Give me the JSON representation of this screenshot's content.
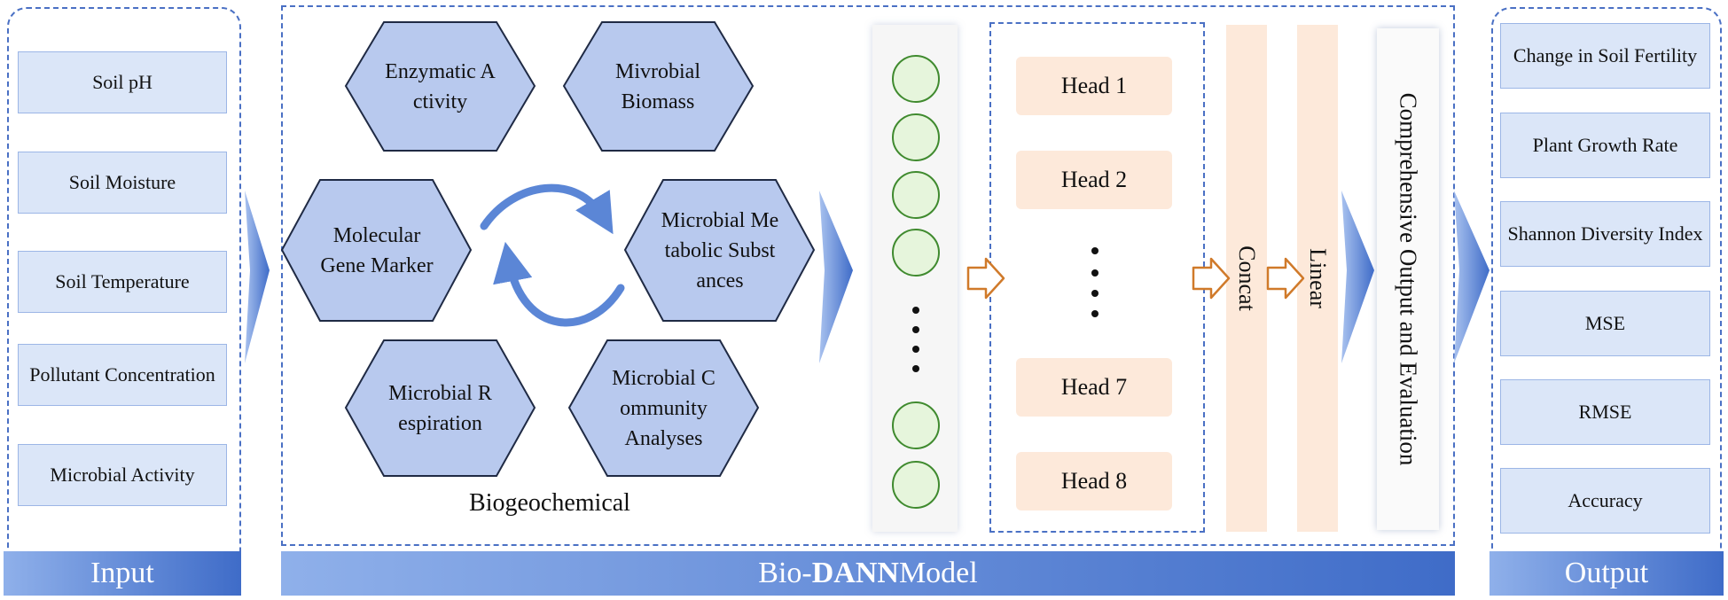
{
  "input": {
    "items": [
      "Soil pH",
      "Soil Moisture",
      "Soil Temperature",
      "Pollutant Concentration",
      "Microbial Activity"
    ],
    "footer": "Input"
  },
  "model": {
    "footer_prefix": "Bio-",
    "footer_bold": "DANN",
    "footer_suffix": " Model",
    "hexagons": {
      "top_left": "Enzymatic Activity",
      "top_right": "Mivrobial Biomass",
      "mid_left": "Molecular Gene Marker",
      "mid_right": "Microbial Metabolic Substances",
      "bottom_left": "Microbial Respiration",
      "bottom_right": "Microbial Community Analyses"
    },
    "biogeochemical_label": "Biogeochemical",
    "heads": [
      "Head 1",
      "Head 2",
      "Head 7",
      "Head 8"
    ],
    "concat_label": "Concat",
    "linear_label": "Linear",
    "comprehensive_label": "Comprehensive Output and Evaluation"
  },
  "output": {
    "items": [
      "Change in Soil Fertility",
      "Plant Growth Rate",
      "Shannon Diversity Index",
      "MSE",
      "RMSE",
      "Accuracy"
    ],
    "footer": "Output"
  },
  "colors": {
    "accent_blue": "#4a70c4",
    "hex_fill": "#b8c9ee",
    "box_fill": "#dbe6f8",
    "head_fill": "#fde9da",
    "node_fill": "#e6f5dc",
    "node_stroke": "#3f8a2e",
    "hollow_arrow": "#d07a2a"
  }
}
